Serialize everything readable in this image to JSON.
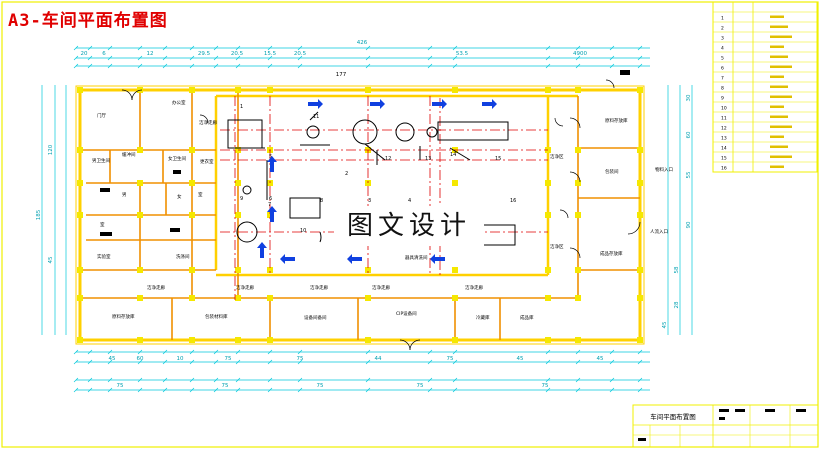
{
  "sheet": {
    "title": "A3-车间平面布置图",
    "stamp_text": "图文设计"
  },
  "dimensions": {
    "top_total": "426",
    "top_row1": [
      "20",
      "6",
      "12",
      "29.5",
      "20.5",
      "15.5",
      "20.5",
      "53.5",
      "4900"
    ],
    "top_row2": [
      "177"
    ],
    "bottom_row1": [
      "45",
      "60",
      "10",
      "75",
      "75",
      "44",
      "75",
      "45",
      "45"
    ],
    "bottom_row2": [
      "75",
      "75",
      "75",
      "75",
      "75"
    ],
    "left": [
      "185",
      "120",
      "45"
    ],
    "right": [
      "30",
      "60",
      "55",
      "90",
      "58",
      "28",
      "45"
    ]
  },
  "rooms": {
    "office": "办公室",
    "male_wc": "男卫生间",
    "female_wc": "女卫生间",
    "men": "男",
    "women": "女",
    "buffer": "缓冲间",
    "changing": "更衣室",
    "room": "室",
    "clean_corridor": "洁净走廊",
    "clean_area": "洁净区",
    "lab_room": "实验室",
    "washroom": "洗涤间",
    "material_room": "原料存放库",
    "packing_room": "包装间",
    "finished_room": "成品存放库",
    "cip_room": "CIP设备间",
    "equip_room": "设备间备间",
    "tool_room": "器具清洗间",
    "raw_store": "原料存放库",
    "packing_store": "包装材料库",
    "cold_store": "冷藏库",
    "product_room": "成品库",
    "door": "门厅",
    "entry": "物料入口",
    "exit": "人流入口"
  },
  "equipment_numbers": [
    "1",
    "2",
    "3",
    "4",
    "5",
    "6",
    "7",
    "8",
    "9",
    "10",
    "11",
    "12",
    "13",
    "14",
    "15",
    "16"
  ],
  "title_block": {
    "drawing_name": "车间平面布置图"
  },
  "legend_table": {
    "rows": [
      "1",
      "2",
      "3",
      "4",
      "5",
      "6",
      "7",
      "8",
      "9",
      "10",
      "11",
      "12",
      "13",
      "14",
      "15",
      "16"
    ]
  },
  "colors": {
    "frame": "#f0f000",
    "wall": "#ffd000",
    "column": "#f5e800",
    "partition": "#f09000",
    "dimension": "#00c8dc",
    "centerline": "#e00000",
    "arrow": "#1040e0",
    "linework": "#000000"
  }
}
